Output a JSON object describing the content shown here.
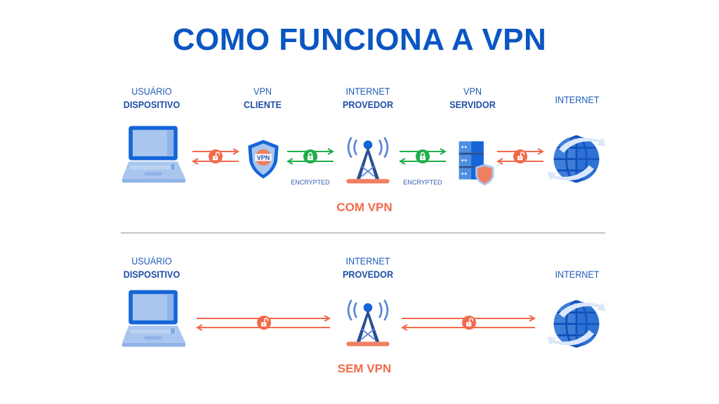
{
  "title": "COMO FUNCIONA A VPN",
  "with_vpn": {
    "section_label": "COM VPN",
    "nodes": [
      {
        "line1": "USUÁRIO",
        "line2": "DISPOSITIVO",
        "icon": "laptop-icon"
      },
      {
        "line1": "VPN",
        "line2": "CLIENTE",
        "icon": "vpn-shield-icon",
        "badge": "VPN"
      },
      {
        "line1": "INTERNET",
        "line2": "PROVEDOR",
        "icon": "antenna-tower-icon"
      },
      {
        "line1": "VPN",
        "line2": "SERVIDOR",
        "icon": "server-icon"
      },
      {
        "line1": "",
        "line2": "INTERNET",
        "icon": "globe-icon"
      }
    ],
    "links": [
      {
        "status": "unencrypted",
        "icon": "unlocked-padlock-icon",
        "label": ""
      },
      {
        "status": "encrypted",
        "icon": "locked-padlock-icon",
        "label": "ENCRYPTED"
      },
      {
        "status": "encrypted",
        "icon": "locked-padlock-icon",
        "label": "ENCRYPTED"
      },
      {
        "status": "unencrypted",
        "icon": "unlocked-padlock-icon",
        "label": ""
      }
    ]
  },
  "without_vpn": {
    "section_label": "SEM VPN",
    "nodes": [
      {
        "line1": "USUÁRIO",
        "line2": "DISPOSITIVO",
        "icon": "laptop-icon"
      },
      {
        "line1": "INTERNET",
        "line2": "PROVEDOR",
        "icon": "antenna-tower-icon"
      },
      {
        "line1": "",
        "line2": "INTERNET",
        "icon": "globe-icon"
      }
    ],
    "links": [
      {
        "status": "unencrypted",
        "icon": "unlocked-padlock-icon"
      },
      {
        "status": "unencrypted",
        "icon": "unlocked-padlock-icon"
      }
    ]
  },
  "colors": {
    "title_blue": "#0a56c2",
    "label_blue": "#1f5db8",
    "unencrypted_orange": "#f26a4b",
    "encrypted_green": "#1fae4b",
    "icon_light_blue": "#9cc0f0",
    "icon_dark_blue": "#1565d8"
  }
}
